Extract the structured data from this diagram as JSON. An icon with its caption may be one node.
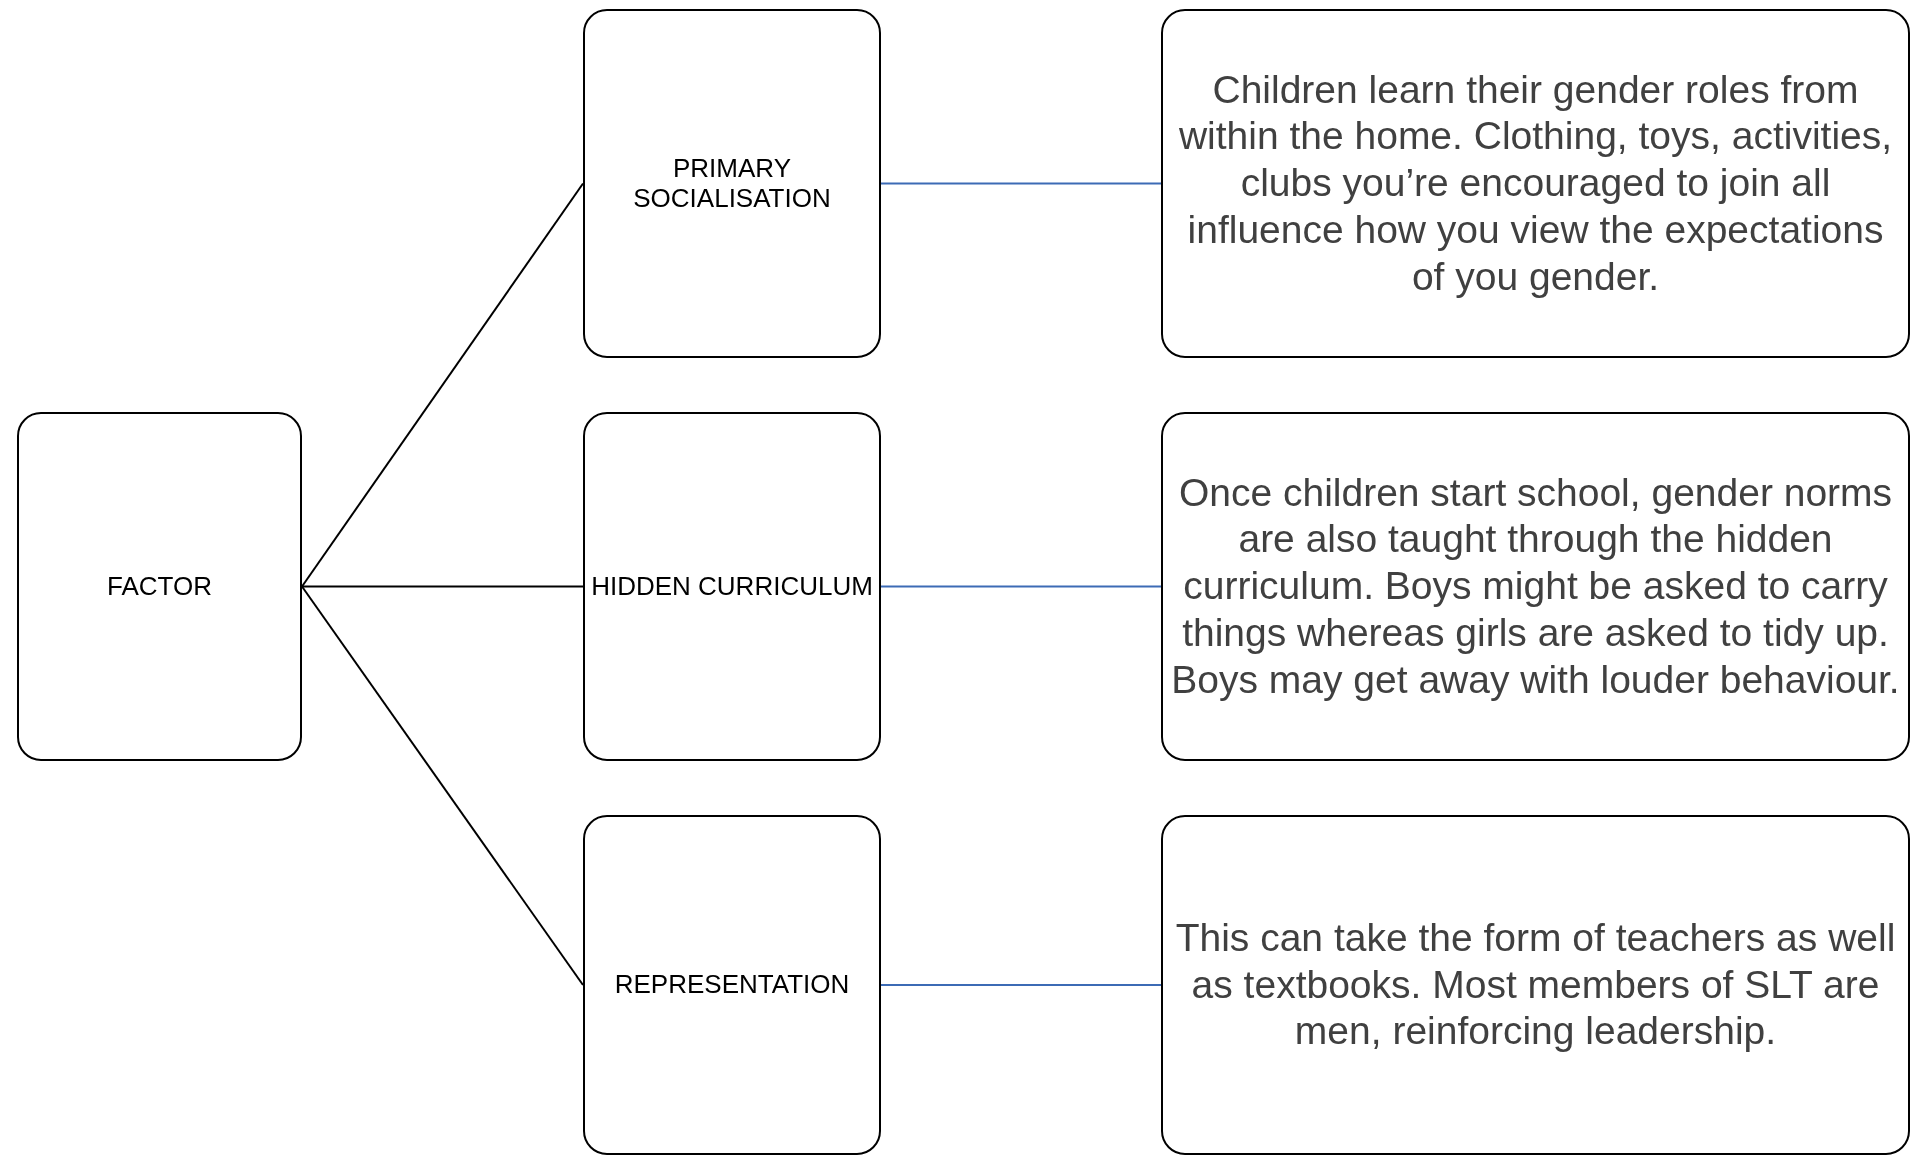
{
  "diagram": {
    "nodes": [
      {
        "text": [
          "FACTOR"
        ]
      },
      {
        "text": [
          "PRIMARY SOCIALISATION"
        ]
      },
      {
        "text": [
          "Children learn their gender roles from within the home. Clothing, toys, activities, clubs you’re encouraged to join all influence how you view the expectations of you gender."
        ]
      },
      {
        "text": [
          "HIDDEN CURRICULUM"
        ]
      },
      {
        "text": [
          "Once children start school, gender norms are also taught through the hidden curriculum. Boys might be asked to carry things whereas girls are asked to tidy up. Boys may get away with louder behaviour."
        ]
      },
      {
        "text": [
          "REPRESENTATION"
        ]
      },
      {
        "text": [
          "This can take the form of teachers as well as textbooks. Most members of SLT are men, reinforcing leadership."
        ]
      }
    ],
    "edges": [
      {
        "from": 0,
        "to": 1,
        "arrow": "none"
      },
      {
        "from": 0,
        "to": 3,
        "arrow": "none"
      },
      {
        "from": 0,
        "to": 5,
        "arrow": "none"
      },
      {
        "from": 1,
        "to": 2,
        "arrow": "none",
        "color": "#3c6bb5"
      },
      {
        "from": 3,
        "to": 4,
        "arrow": "none",
        "color": "#3c6bb5"
      },
      {
        "from": 5,
        "to": 6,
        "arrow": "none",
        "color": "#3c6bb5"
      }
    ]
  }
}
